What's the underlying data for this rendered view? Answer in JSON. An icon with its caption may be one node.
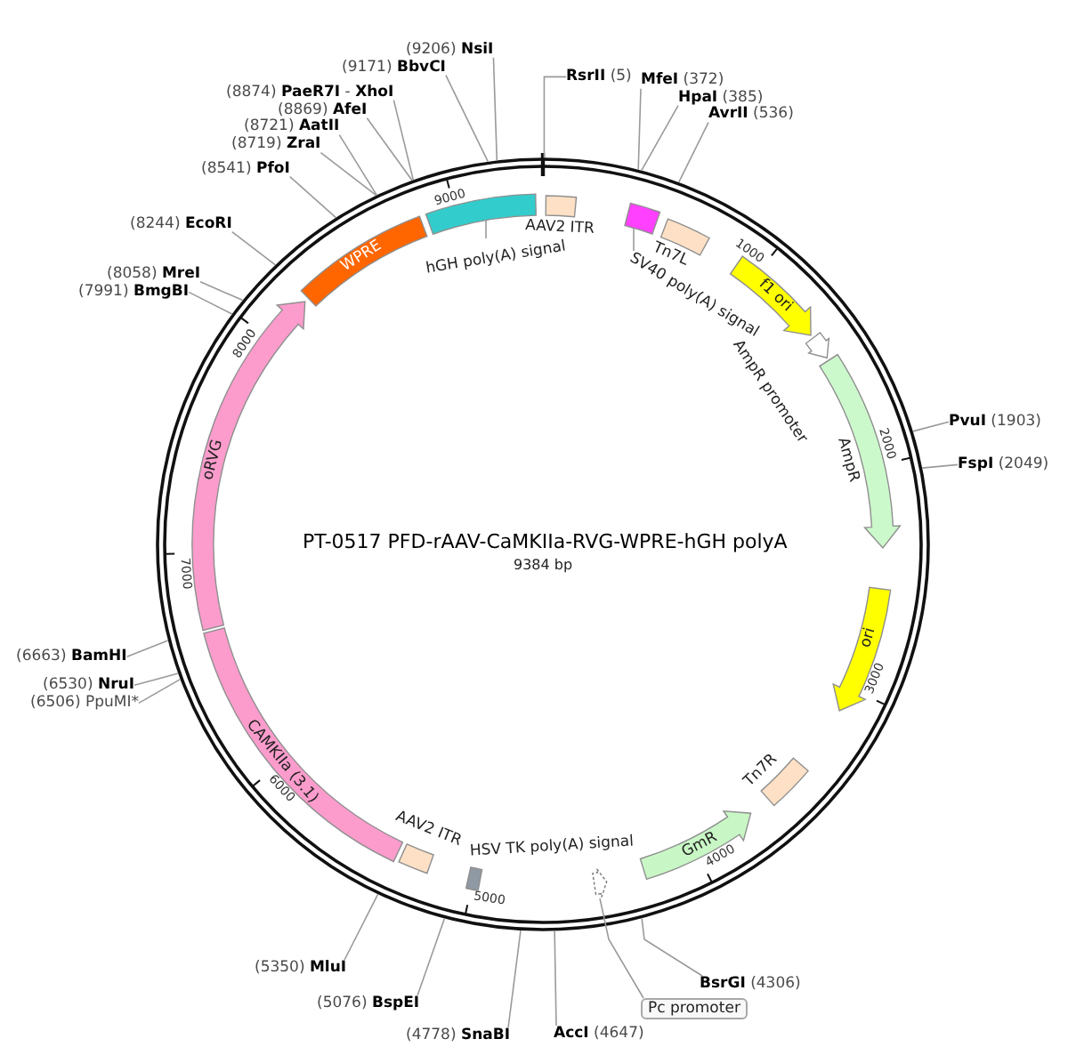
{
  "diagram": {
    "title": "PT-0517 PFD-rAAV-CaMKIIa-RVG-WPRE-hGH polyA",
    "nodes": [
      {
        "text": [
          "(9206) **NsiI**"
        ]
      },
      {
        "text": [
          "(9171) **BbvCI**"
        ]
      },
      {
        "text": [
          "(8874) **PaeR7I** - **XhoI**"
        ]
      },
      {
        "text": [
          "(8869) **AfeI**"
        ]
      },
      {
        "text": [
          "(8721) **AatII**"
        ]
      },
      {
        "text": [
          "(8719) **ZraI**"
        ]
      },
      {
        "text": [
          "(8541) **PfoI**"
        ]
      },
      {
        "text": [
          "(8244) **EcoRI**"
        ]
      },
      {
        "text": [
          "(8058) **MreI**"
        ]
      },
      {
        "text": [
          "(7991) **BmgBI**"
        ]
      },
      {
        "text": [
          "**RsrII** (5)"
        ]
      },
      {
        "text": [
          "**MfeI** (372)"
        ]
      },
      {
        "text": [
          "**HpaI** (385)"
        ]
      },
      {
        "text": [
          "**AvrII** (536)"
        ]
      },
      {
        "text": [
          "**PvuI** (1903)"
        ]
      },
      {
        "text": [
          "**FspI** (2049)"
        ]
      },
      {
        "text": [
          "(6663) **BamHI**"
        ]
      },
      {
        "text": [
          "(6530) **NruI**"
        ]
      },
      {
        "text": [
          "(6506) PpuMI*"
        ]
      },
      {
        "text": [
          "(5350) **MluI**"
        ]
      },
      {
        "text": [
          "(5076) **BspEI**"
        ]
      },
      {
        "text": [
          "(4778) **SnaBI**"
        ]
      },
      {
        "text": [
          "**AccI** (4647)"
        ]
      },
      {
        "text": [
          "**BsrGI** (4306)"
        ]
      },
      {
        "text": [
          "Pc promoter"
        ]
      },
      {
        "text": [
          "AAV2 ITR"
        ]
      },
      {
        "text": [],
        "shape": "bar"
      },
      {
        "text": [
          "hGH poly(A) signal"
        ]
      },
      {
        "text": [
          "WPRE"
        ]
      },
      {
        "text": [
          "oRVG"
        ]
      },
      {
        "text": [
          "CAMKIIa (3.1)"
        ]
      },
      {
        "text": [
          "AAV2 ITR"
        ]
      },
      {
        "text": [
          "HSV TK poly(A) signal"
        ]
      },
      {
        "text": [],
        "shape": "arrow"
      },
      {
        "text": [
          "GmR"
        ]
      },
      {
        "text": [
          "Tn7R"
        ]
      },
      {
        "text": [
          "ori"
        ]
      },
      {
        "text": [
          "AmpR"
        ]
      },
      {
        "text": [
          "AmpR promoter"
        ]
      },
      {
        "text": [
          "f1 ori"
        ]
      },
      {
        "text": [
          "Tn7L"
        ]
      },
      {
        "text": [],
        "shape": "box"
      },
      {
        "text": [
          "SV40 poly(A) signal"
        ]
      }
    ],
    "edges": [
      {
        "from": 0,
        "to": null,
        "arrow": "none"
      },
      {
        "from": 1,
        "to": null,
        "arrow": "none"
      },
      {
        "from": 2,
        "to": null,
        "arrow": "none"
      },
      {
        "from": 3,
        "to": null,
        "arrow": "none"
      },
      {
        "from": 4,
        "to": null,
        "arrow": "none"
      },
      {
        "from": 5,
        "to": null,
        "arrow": "none"
      },
      {
        "from": 6,
        "to": null,
        "arrow": "none"
      },
      {
        "from": 7,
        "to": null,
        "arrow": "none"
      },
      {
        "from": 8,
        "to": null,
        "arrow": "none"
      },
      {
        "from": 9,
        "to": null,
        "arrow": "none"
      },
      {
        "from": 10,
        "to": null,
        "arrow": "none"
      },
      {
        "from": 11,
        "to": null,
        "arrow": "none"
      },
      {
        "from": 12,
        "to": null,
        "arrow": "none"
      },
      {
        "from": 13,
        "to": null,
        "arrow": "none"
      },
      {
        "from": 14,
        "to": null,
        "arrow": "none"
      },
      {
        "from": 15,
        "to": null,
        "arrow": "none"
      },
      {
        "from": 16,
        "to": null,
        "arrow": "none"
      },
      {
        "from": 17,
        "to": null,
        "arrow": "none"
      },
      {
        "from": 18,
        "to": null,
        "arrow": "none"
      },
      {
        "from": 19,
        "to": null,
        "arrow": "none"
      },
      {
        "from": 20,
        "to": null,
        "arrow": "none"
      },
      {
        "from": 21,
        "to": null,
        "arrow": "none"
      },
      {
        "from": 22,
        "to": null,
        "arrow": "none"
      },
      {
        "from": 23,
        "to": null,
        "arrow": "none"
      },
      {
        "from": 24,
        "to": 33,
        "arrow": "none"
      },
      {
        "from": 27,
        "to": 26,
        "arrow": "none"
      },
      {
        "from": 42,
        "to": 41,
        "arrow": "none"
      }
    ],
    "labels": [
      "9384 bp",
      "1000",
      "2000",
      "3000",
      "4000",
      "5000",
      "6000",
      "7000",
      "8000",
      "9000"
    ]
  }
}
